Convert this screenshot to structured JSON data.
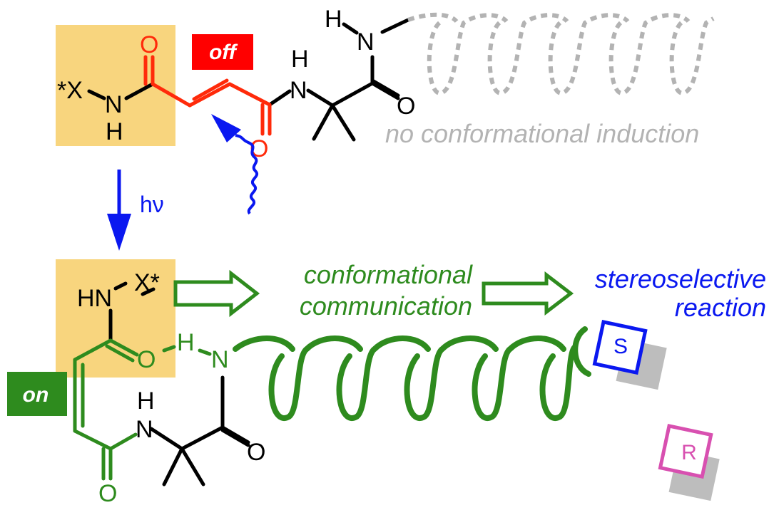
{
  "colors": {
    "highlight": "#f8d57e",
    "red": "#ff2a0a",
    "green": "#2e8b1e",
    "blue": "#0a18f0",
    "gray": "#b3b3b3",
    "pink": "#d850b0",
    "black": "#000000"
  },
  "top": {
    "badge": "off",
    "caption": "no conformational induction",
    "chiral_group": "*X",
    "atoms": {
      "o1": "O",
      "o2": "O",
      "o3": "O",
      "nh_n": "N",
      "nh_h": "H",
      "n2": "N",
      "h2": "H",
      "n3": "N",
      "h3": "H"
    }
  },
  "arrow": {
    "label": "hν"
  },
  "bottom": {
    "badge": "on",
    "hn_label": "HN",
    "chiral_group": "X*",
    "caption_1a": "conformational",
    "caption_1b": "communication",
    "caption_2a": "stereoselective",
    "caption_2b": "reaction",
    "atoms": {
      "o_hb": "O",
      "h_hb": "H",
      "n_hb": "N",
      "o_low": "O",
      "n4": "N",
      "h4": "H",
      "o4": "O"
    },
    "square_s": "S",
    "square_r": "R"
  }
}
